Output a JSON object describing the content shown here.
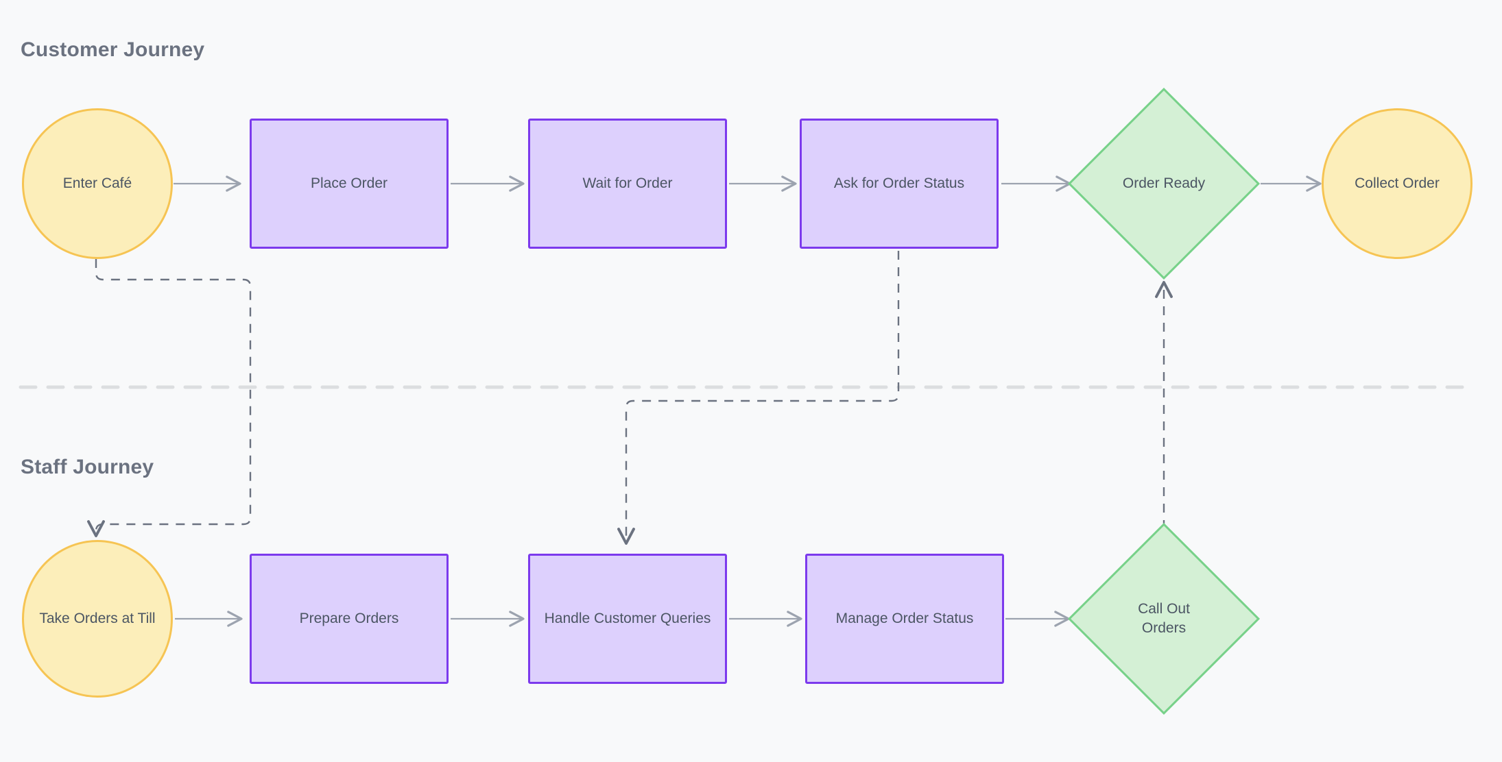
{
  "diagram": {
    "title_customer": "Customer Journey",
    "title_staff": "Staff Journey",
    "colors": {
      "background": "#f8f9fa",
      "lane_title": "#6b7280",
      "node_text": "#4b5563",
      "rect_fill": "#ddd0fd",
      "rect_border": "#7c3aed",
      "circle_fill": "#fceeba",
      "circle_border": "#f6c453",
      "diamond_fill": "#d4f0d5",
      "diamond_border": "#77d189",
      "arrow": "#9ca3af",
      "dashed_link": "#6b7280",
      "lane_divider": "#dcdee0"
    },
    "customer_lane": {
      "nodes": [
        {
          "id": "enter-cafe",
          "label": "Enter Café",
          "shape": "circle"
        },
        {
          "id": "place-order",
          "label": "Place Order",
          "shape": "rect"
        },
        {
          "id": "wait-for-order",
          "label": "Wait for Order",
          "shape": "rect"
        },
        {
          "id": "ask-order-status",
          "label": "Ask for Order Status",
          "shape": "rect"
        },
        {
          "id": "order-ready",
          "label": "Order Ready",
          "shape": "diamond"
        },
        {
          "id": "collect-order",
          "label": "Collect Order",
          "shape": "circle"
        }
      ]
    },
    "staff_lane": {
      "nodes": [
        {
          "id": "take-orders-till",
          "label": "Take Orders at Till",
          "shape": "circle"
        },
        {
          "id": "prepare-orders",
          "label": "Prepare Orders",
          "shape": "rect"
        },
        {
          "id": "handle-queries",
          "label": "Handle Customer Queries",
          "shape": "rect"
        },
        {
          "id": "manage-order-status",
          "label": "Manage Order Status",
          "shape": "rect"
        },
        {
          "id": "call-out-orders",
          "label": "Call Out Orders",
          "shape": "diamond"
        }
      ]
    },
    "connections": [
      {
        "from": "enter-cafe",
        "to": "place-order",
        "style": "solid"
      },
      {
        "from": "place-order",
        "to": "wait-for-order",
        "style": "solid"
      },
      {
        "from": "wait-for-order",
        "to": "ask-order-status",
        "style": "solid"
      },
      {
        "from": "ask-order-status",
        "to": "order-ready",
        "style": "solid"
      },
      {
        "from": "order-ready",
        "to": "collect-order",
        "style": "solid"
      },
      {
        "from": "take-orders-till",
        "to": "prepare-orders",
        "style": "solid"
      },
      {
        "from": "prepare-orders",
        "to": "handle-queries",
        "style": "solid"
      },
      {
        "from": "handle-queries",
        "to": "manage-order-status",
        "style": "solid"
      },
      {
        "from": "manage-order-status",
        "to": "call-out-orders",
        "style": "solid"
      },
      {
        "from": "enter-cafe",
        "to": "take-orders-till",
        "style": "dashed"
      },
      {
        "from": "ask-order-status",
        "to": "handle-queries",
        "style": "dashed"
      },
      {
        "from": "call-out-orders",
        "to": "order-ready",
        "style": "dashed"
      }
    ]
  }
}
